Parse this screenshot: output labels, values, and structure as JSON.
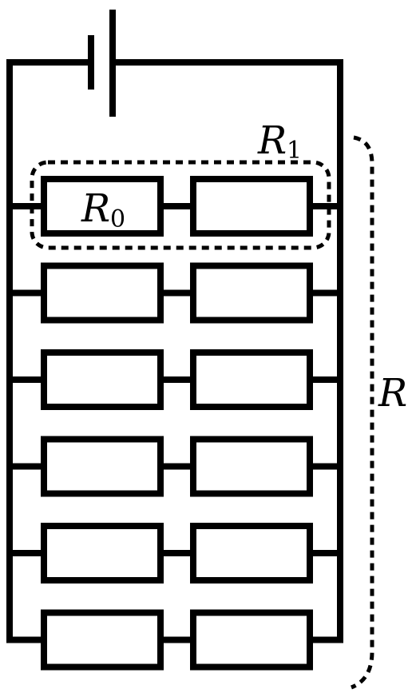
{
  "labels": {
    "r1_main": "R",
    "r1_sub": "1",
    "r0_main": "R",
    "r0_sub": "0",
    "r_total": "R"
  },
  "circuit": {
    "parallel_branches": 6,
    "resistors_per_branch": 2,
    "battery_count": 1
  },
  "colors": {
    "stroke": "#000000",
    "background": "#ffffff"
  }
}
